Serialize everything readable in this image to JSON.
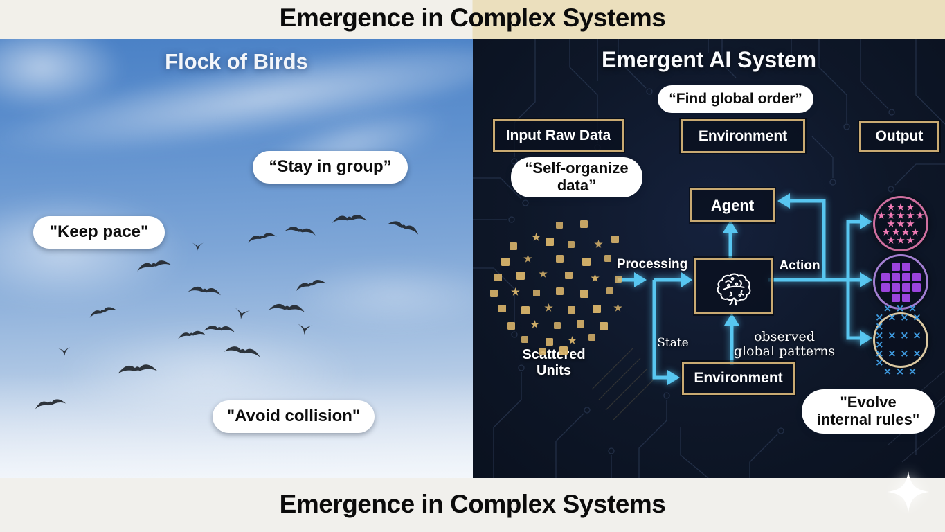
{
  "header": {
    "title": "Emergence in Complex Systems"
  },
  "footer": {
    "title": "Emergence in Complex Systems"
  },
  "left_panel": {
    "title": "Flock of Birds",
    "bubble_stay": "“Stay in group”",
    "bubble_keep": "\"Keep pace\"",
    "bubble_avoid": "\"Avoid collision\""
  },
  "right_panel": {
    "title": "Emergent AI System",
    "bubble_find": "“Find global order”",
    "bubble_self_organize": "“Self-organize\ndata”",
    "bubble_evolve": "\"Evolve\ninternal rules\"",
    "box_input": "Input Raw Data",
    "box_environment_top": "Environment",
    "box_output": "Output",
    "box_agent": "Agent",
    "box_environment_bottom": "Environment",
    "label_processing": "Processing",
    "label_action": "Action",
    "label_state": "State",
    "label_observed": "observed\nglobal patterns",
    "label_scattered_units": "Scattered\nUnits",
    "colors": {
      "arrow": "#58c6f0",
      "box_border": "#c9aa72",
      "unit_gold": "#d9b46a",
      "panel_bg": "#0e1728"
    },
    "scattered_units": {
      "square_count": 32,
      "star_count": 10
    },
    "outputs": [
      {
        "icon": "stars-pattern",
        "rows": [
          3,
          5,
          3,
          4,
          3
        ],
        "color": "#f07ab4",
        "border": "#cf6f9f"
      },
      {
        "icon": "squares-pattern",
        "rows": [
          2,
          4,
          4,
          2
        ],
        "color": "#9b44dd",
        "border": "#a37fd2"
      },
      {
        "icon": "crosses-pattern",
        "rows": [
          3,
          5,
          5,
          5,
          3
        ],
        "color": "#3f9be0",
        "border": "#dcc9a2"
      }
    ]
  }
}
